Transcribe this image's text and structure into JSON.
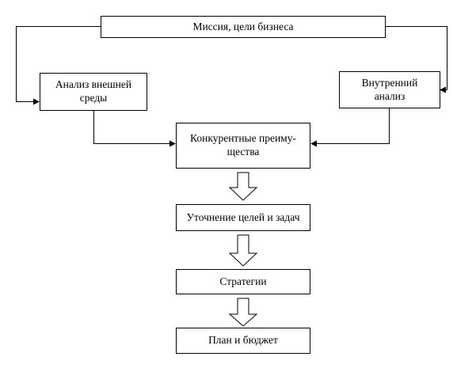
{
  "diagram": {
    "nodes": {
      "mission": {
        "label": "Миссия, цели бизнеса"
      },
      "external": {
        "label": "Анализ внешней среды"
      },
      "internal": {
        "label": "Внутренний анализ"
      },
      "compet": {
        "label": "Конкурентные преиму-щества"
      },
      "goals": {
        "label": "Уточнение целей и задач"
      },
      "strategies": {
        "label": "Стратегии"
      },
      "plan": {
        "label": "План и бюджет"
      }
    },
    "edges": [
      {
        "from": "mission",
        "to": "external",
        "style": "elbow-arrow"
      },
      {
        "from": "mission",
        "to": "internal",
        "style": "elbow-arrow"
      },
      {
        "from": "external",
        "to": "compet",
        "style": "elbow-arrow"
      },
      {
        "from": "internal",
        "to": "compet",
        "style": "elbow-arrow"
      },
      {
        "from": "compet",
        "to": "goals",
        "style": "hollow-block-arrow"
      },
      {
        "from": "goals",
        "to": "strategies",
        "style": "hollow-block-arrow"
      },
      {
        "from": "strategies",
        "to": "plan",
        "style": "hollow-block-arrow"
      }
    ],
    "colors": {
      "line": "#000000",
      "box_fill": "#ffffff",
      "background": "#ffffff"
    }
  }
}
